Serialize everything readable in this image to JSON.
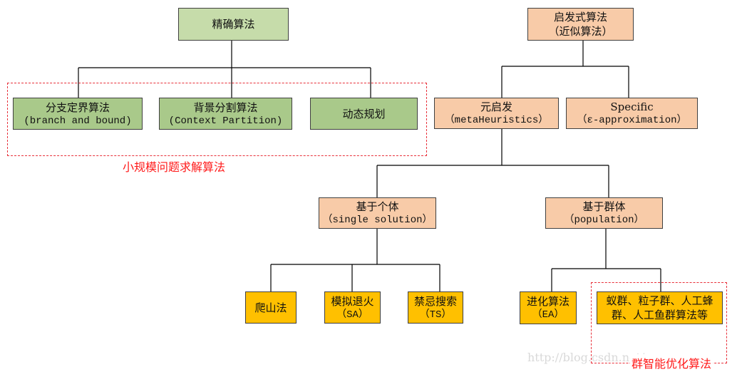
{
  "nodes": {
    "exact": {
      "label": "精确算法"
    },
    "heuristic": {
      "label": "启发式算法",
      "sub": "（近似算法）"
    },
    "bnb": {
      "label": "分支定界算法",
      "sub": "(branch and bound)"
    },
    "context": {
      "label": "背景分割算法",
      "sub": "(Context Partition)"
    },
    "dp": {
      "label": "动态规划"
    },
    "meta": {
      "label": "元启发",
      "sub": "（metaHeuristics）"
    },
    "specific": {
      "label": "Specific",
      "sub": "（ε-approximation）"
    },
    "single": {
      "label": "基于个体",
      "sub": "（single solution）"
    },
    "population": {
      "label": "基于群体",
      "sub": "（population）"
    },
    "hill": {
      "label": "爬山法"
    },
    "sa": {
      "label": "模拟退火",
      "sub": "（SA）"
    },
    "ts": {
      "label": "禁忌搜索",
      "sub": "（TS）"
    },
    "ea": {
      "label": "进化算法",
      "sub": "（EA）"
    },
    "swarm": {
      "label": "蚁群、粒子群、人工蜂群、人工鱼群算法等"
    }
  },
  "groups": {
    "small_scale": "小规模问题求解算法",
    "swarm_intel": "群智能优化算法"
  },
  "watermark": "http://blog.csdn.net/",
  "colors": {
    "exact_fill": "#c6dcaa",
    "small_fill": "#a9c98a",
    "heuristic_fill": "#f8cba8",
    "leaf_fill": "#ffc000",
    "dash_border": "#e8303a"
  }
}
